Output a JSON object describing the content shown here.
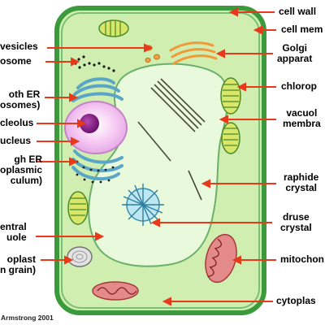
{
  "diagram": {
    "colors": {
      "cell_wall": "#3b9a3b",
      "cytoplasm": "#cfeeb0",
      "vacuole": "#e9f9dc",
      "arrow": "#e83a1a",
      "nucleus": "#f2c8f2",
      "nucleolus": "#8a1a8a",
      "er_blue": "#5aa6c8",
      "golgi": "#f09a3a",
      "chloroplast": "#d8e66a",
      "mitochondrion": "#e58a8a"
    },
    "labels_left": [
      "vesicles",
      "osome",
      "oth ER\nosomes)",
      "cleolus",
      "ucleus",
      "gh ER\noplasmic\nculum)",
      "entral\nuole",
      "oplast\nn grain)"
    ],
    "labels_right": [
      "cell wall",
      "cell mem",
      "Golgi\napparat",
      "chlorop",
      "vacuol\nmembra",
      "raphide\ncrystal",
      "druse\ncrystal",
      "mitochon",
      "cytoplas"
    ],
    "credit": "Armstrong 2001"
  }
}
